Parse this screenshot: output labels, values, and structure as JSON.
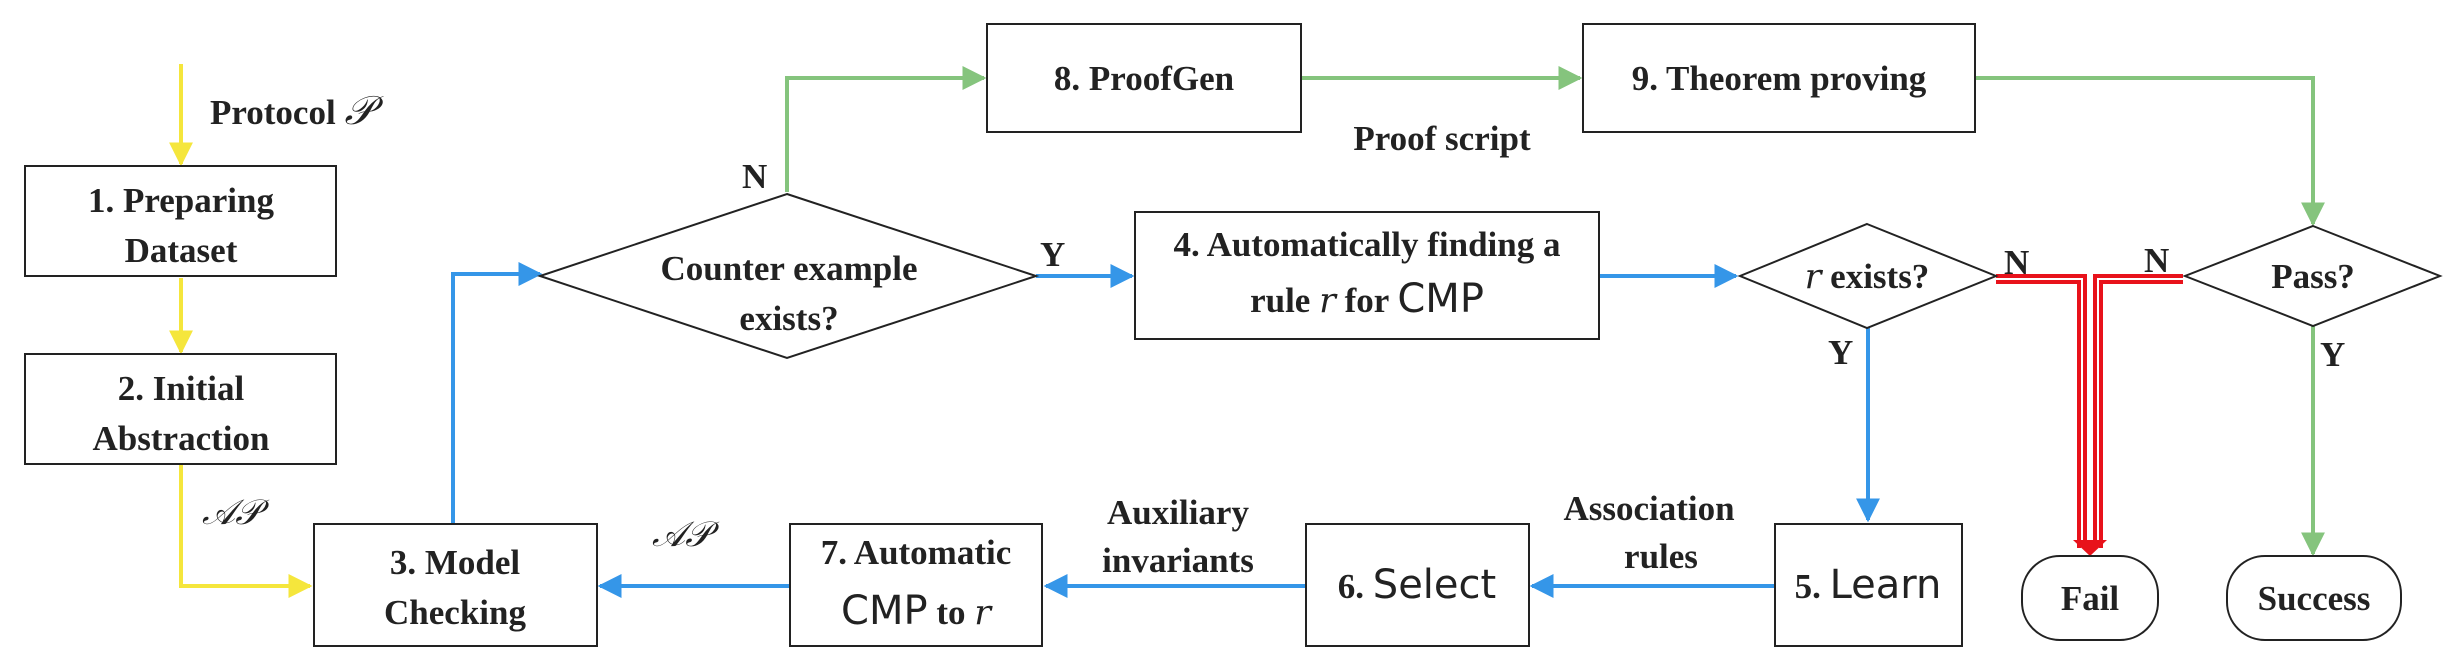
{
  "nodes": {
    "preparing_dataset": {
      "line1": "1. Preparing",
      "line2": "Dataset"
    },
    "initial_abstraction": {
      "line1": "2. Initial",
      "line2": "Abstraction"
    },
    "model_checking": {
      "line1": "3. Model",
      "line2": "Checking"
    },
    "counter_example": {
      "line1": "Counter example",
      "line2": "exists?"
    },
    "find_rule": {
      "line1": "4. Automatically finding a",
      "line2_pre": "rule ",
      "line2_var": "r",
      "line2_mid": " for ",
      "line2_cmp": "CMP"
    },
    "r_exists": {
      "var": "r",
      "text": " exists?"
    },
    "learn": {
      "num": "5. ",
      "label": "Learn"
    },
    "select": {
      "num": "6. ",
      "label": "Select"
    },
    "automatic_cmp": {
      "line1": "7. Automatic",
      "line2_cmp": "CMP",
      "line2_to": " to ",
      "line2_var": "r"
    },
    "proofgen": {
      "label": "8. ProofGen"
    },
    "theorem_proving": {
      "label": "9. Theorem proving"
    },
    "pass": {
      "label": "Pass?"
    },
    "fail": {
      "label": "Fail"
    },
    "success": {
      "label": "Success"
    }
  },
  "edge_labels": {
    "protocol": {
      "text": "Protocol ",
      "symbol": "𝒫"
    },
    "ap_left": "𝒜𝒫",
    "ap_bottom": "𝒜𝒫",
    "proof_script": "Proof script",
    "auxiliary_1": "Auxiliary",
    "auxiliary_2": "invariants",
    "association_1": "Association",
    "association_2": "rules",
    "ce_no": "N",
    "ce_yes": "Y",
    "r_no": "N",
    "r_yes": "Y",
    "pass_no": "N",
    "pass_yes": "Y"
  },
  "colors": {
    "yellow": "#f5e63c",
    "blue": "#3596e8",
    "green": "#85c47d",
    "red": "#e8121b",
    "stroke": "#222222"
  }
}
